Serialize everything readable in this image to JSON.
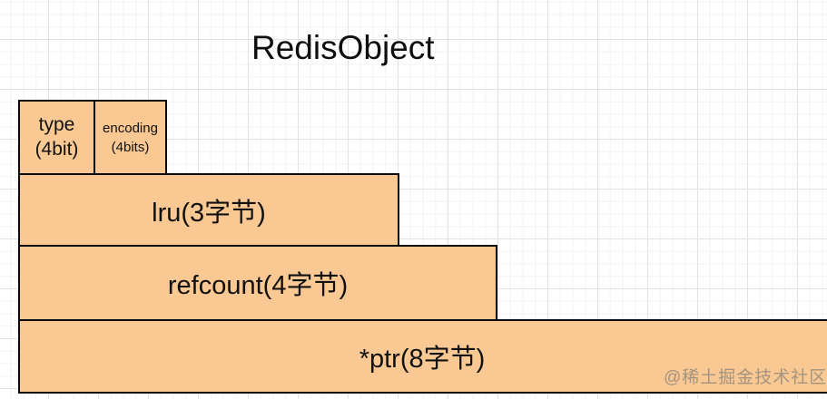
{
  "title": "RedisObject",
  "watermark": "@稀土掘金技术社区",
  "colors": {
    "box_fill": "#f9c893",
    "box_border": "#0a0a0a",
    "grid_minor": "#f3f3f3",
    "grid_major": "#e2e2e2",
    "text": "#111111",
    "watermark": "#8f8779"
  },
  "fields": [
    {
      "name": "type",
      "line1": "type",
      "line2": "(4bit)"
    },
    {
      "name": "encoding",
      "line1": "encoding",
      "line2": "(4bits)"
    },
    {
      "name": "lru",
      "label": "lru(3字节)"
    },
    {
      "name": "refcount",
      "label": "refcount(4字节)"
    },
    {
      "name": "ptr",
      "label": "*ptr(8字节)"
    }
  ]
}
